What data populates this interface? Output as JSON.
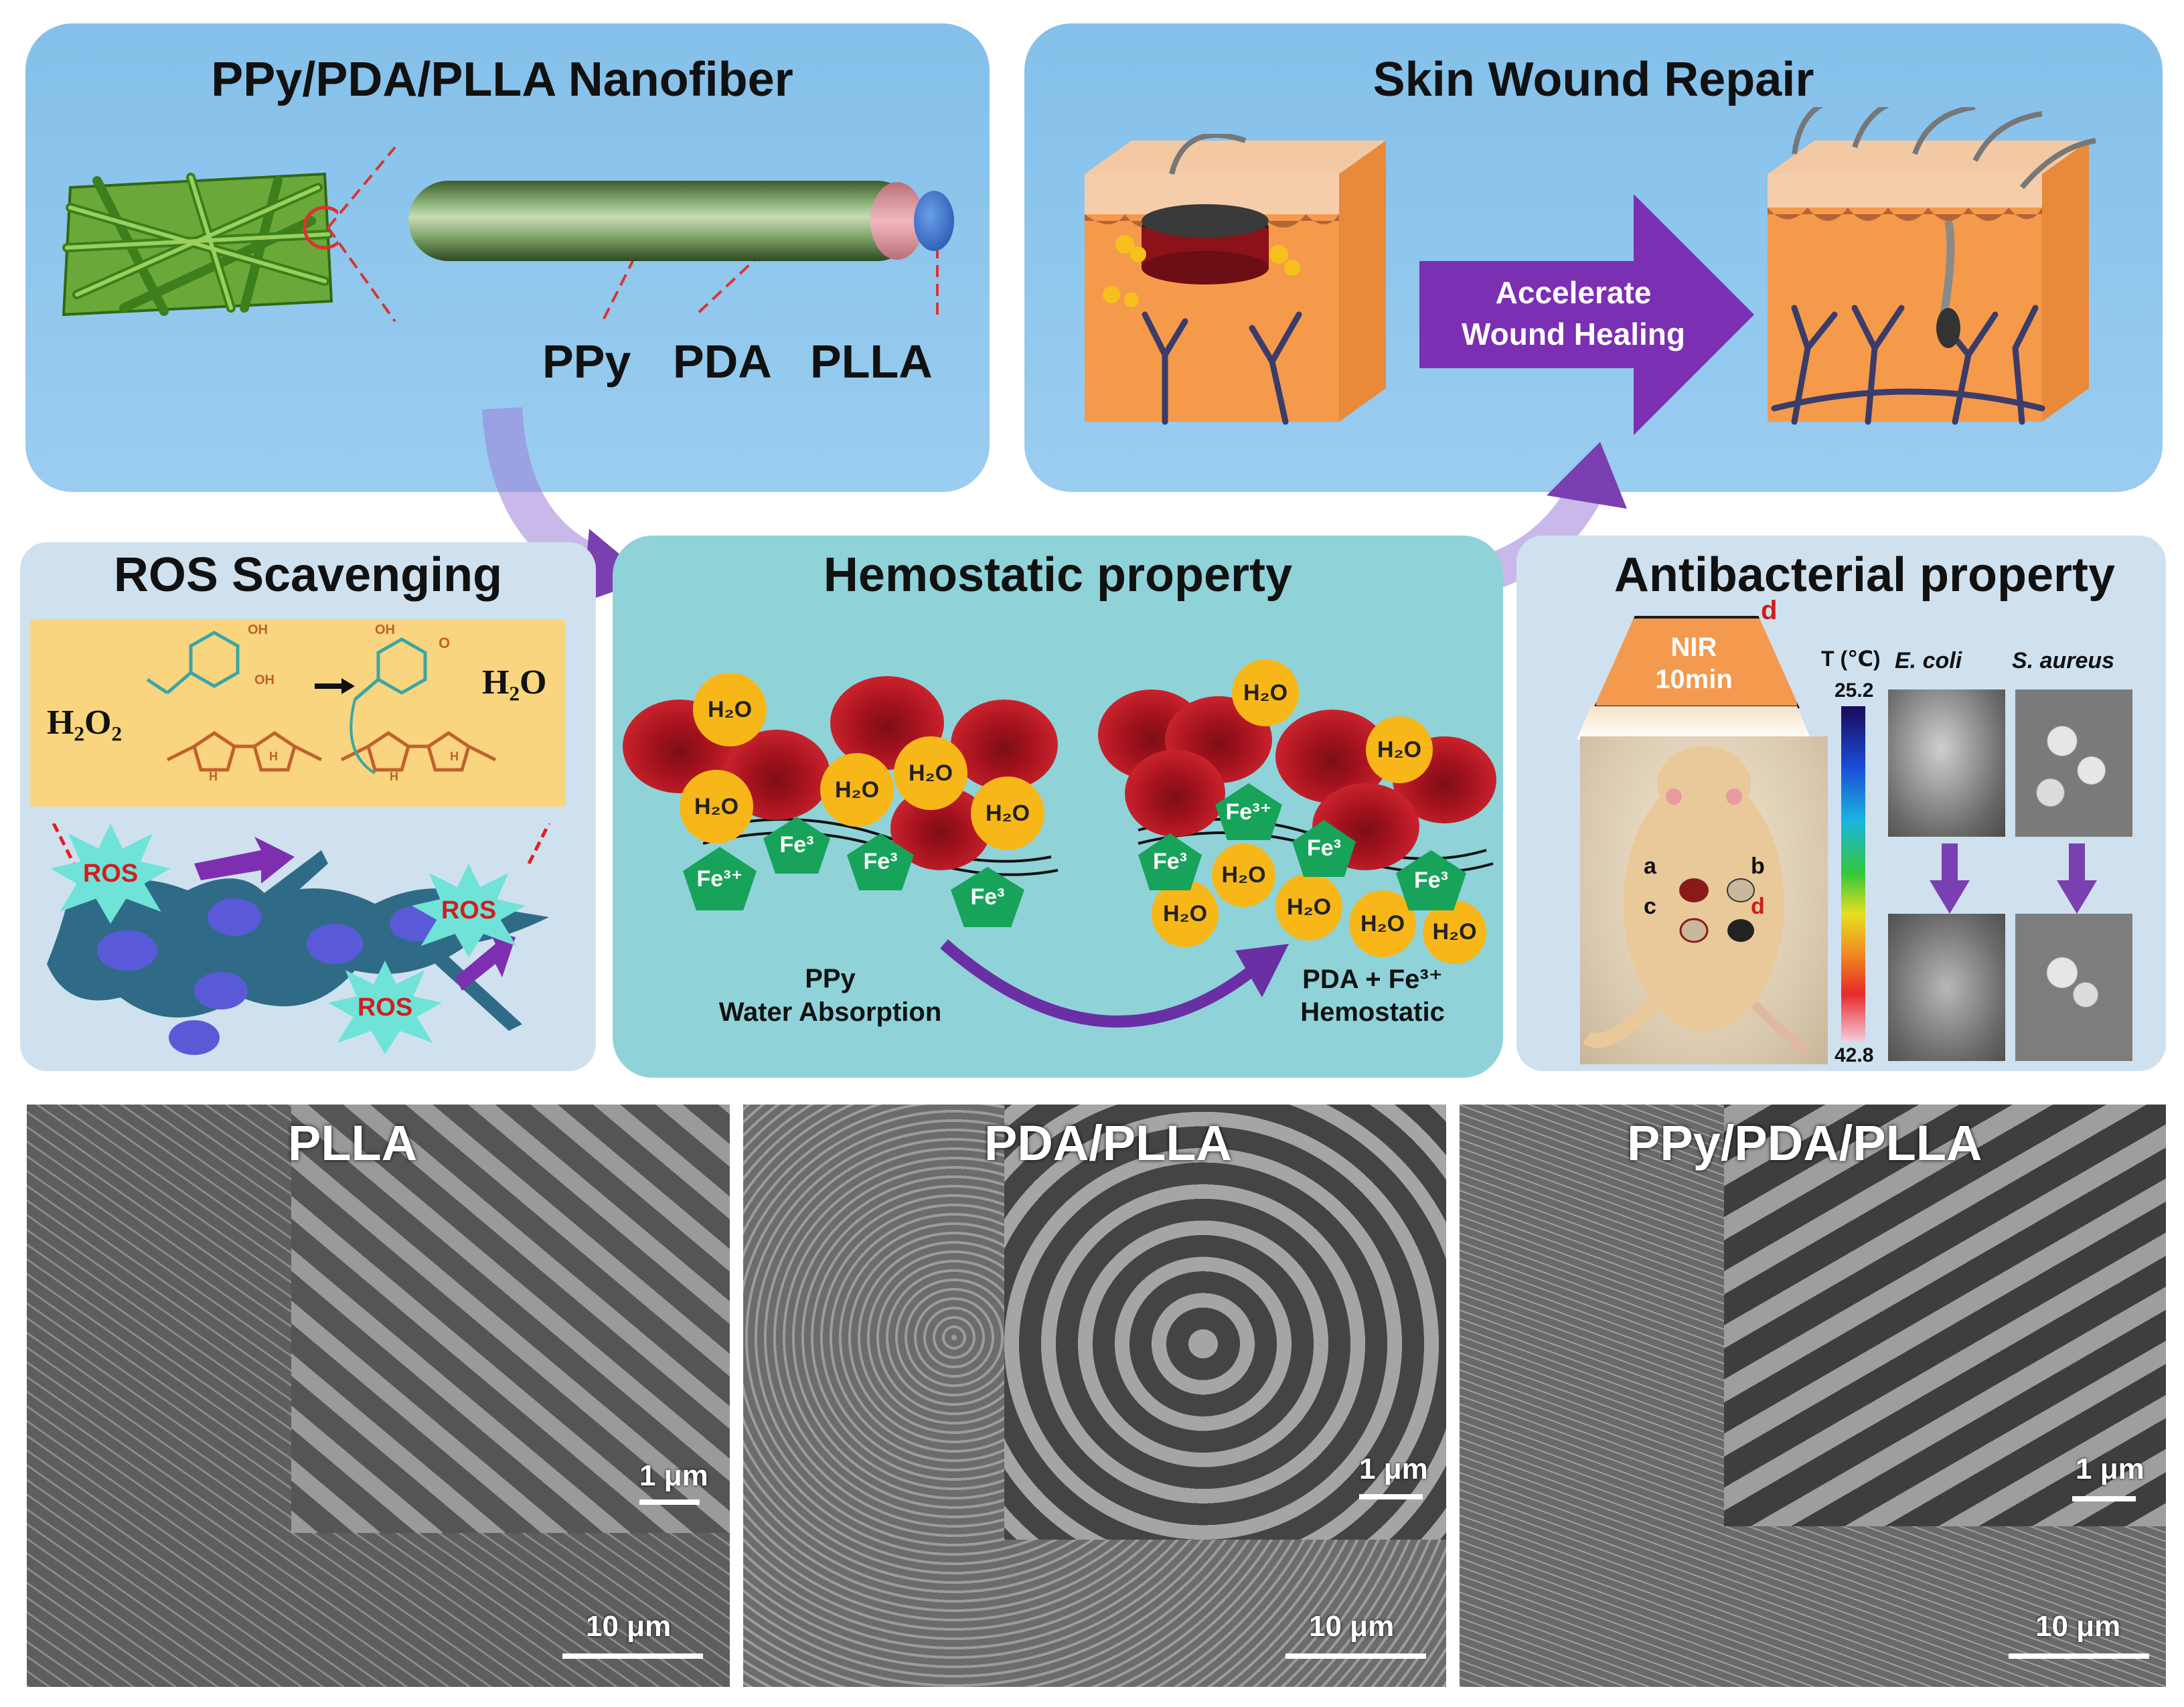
{
  "panels": {
    "nanofiber": {
      "title": "PPy/PDA/PLLA Nanofiber",
      "layer_labels": [
        "PPy",
        "PDA",
        "PLLA"
      ]
    },
    "wound_repair": {
      "title": "Skin Wound Repair",
      "arrow_label_line1": "Accelerate",
      "arrow_label_line2": "Wound Healing"
    },
    "ros": {
      "title": "ROS Scavenging",
      "h2o2": "H₂O₂",
      "h2o": "H₂O",
      "oh_label": "OH",
      "o_label": "O",
      "nh_label": "H",
      "ros_labels": [
        "ROS",
        "ROS",
        "ROS"
      ]
    },
    "hemostatic": {
      "title": "Hemostatic property",
      "water_label": "H₂O",
      "fe_label": "Fe³⁺",
      "fe_partial": "Fe³",
      "left_caption_line1": "PPy",
      "left_caption_line2": "Water Absorption",
      "right_caption_line1": "PDA + Fe³⁺",
      "right_caption_line2": "Hemostatic"
    },
    "antibacterial": {
      "title": "Antibacterial property",
      "red_marker": "d",
      "nir_line1": "NIR",
      "nir_line2": "10min",
      "temp_label": "T (℃)",
      "temp_min": "25.2",
      "temp_max": "42.8",
      "bacteria1": "E. coli",
      "bacteria2": "S. aureus",
      "spot_labels": [
        "a",
        "b",
        "c",
        "d"
      ]
    }
  },
  "sem_images": [
    {
      "title": "PLLA",
      "inset_scale": "1 μm",
      "main_scale": "10 μm"
    },
    {
      "title": "PDA/PLLA",
      "inset_scale": "1 μm",
      "main_scale": "10 μm"
    },
    {
      "title": "PPy/PDA/PLLA",
      "inset_scale": "1 μm",
      "main_scale": "10 μm"
    }
  ],
  "colors": {
    "top_panel_blue": "#8cc4ea",
    "hemostatic_teal": "#8fd3d9",
    "ros_yellow": "#f8d57e",
    "arrow_purple": "#7a3fb0",
    "rbc_red": "#b0141f",
    "water_yellow": "#f7b718",
    "fe_green": "#18a35a"
  }
}
